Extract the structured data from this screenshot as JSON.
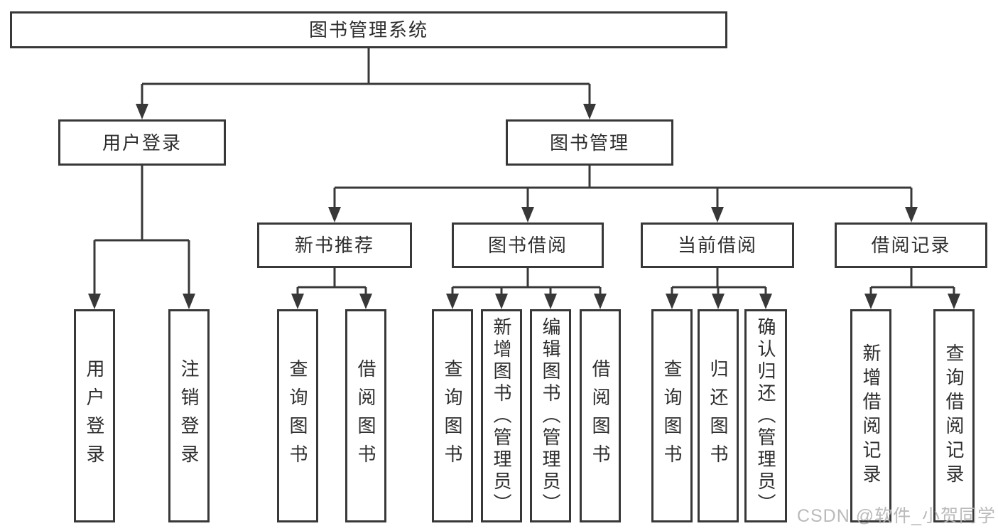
{
  "colors": {
    "line": "#383838",
    "text": "#2e2e2e",
    "watermark": "#b2b2b2",
    "background": "#ffffff"
  },
  "watermark": {
    "text": "CSDN @软件_小贺同学"
  },
  "tree": {
    "root": {
      "label": "图书管理系统",
      "children": [
        {
          "label": "用户登录",
          "children": [
            {
              "label": "用户登录"
            },
            {
              "label": "注销登录"
            }
          ]
        },
        {
          "label": "图书管理",
          "children": [
            {
              "label": "新书推荐",
              "children": [
                {
                  "label": "查询图书"
                },
                {
                  "label": "借阅图书"
                }
              ]
            },
            {
              "label": "图书借阅",
              "children": [
                {
                  "label": "查询图书"
                },
                {
                  "label": "新增图书（管理员）"
                },
                {
                  "label": "编辑图书（管理员）"
                },
                {
                  "label": "借阅图书"
                }
              ]
            },
            {
              "label": "当前借阅",
              "children": [
                {
                  "label": "查询图书"
                },
                {
                  "label": "归还图书"
                },
                {
                  "label": "确认归还（管理员）"
                }
              ]
            },
            {
              "label": "借阅记录",
              "children": [
                {
                  "label": "新增借阅记录"
                },
                {
                  "label": "查询借阅记录"
                }
              ]
            }
          ]
        }
      ]
    }
  }
}
